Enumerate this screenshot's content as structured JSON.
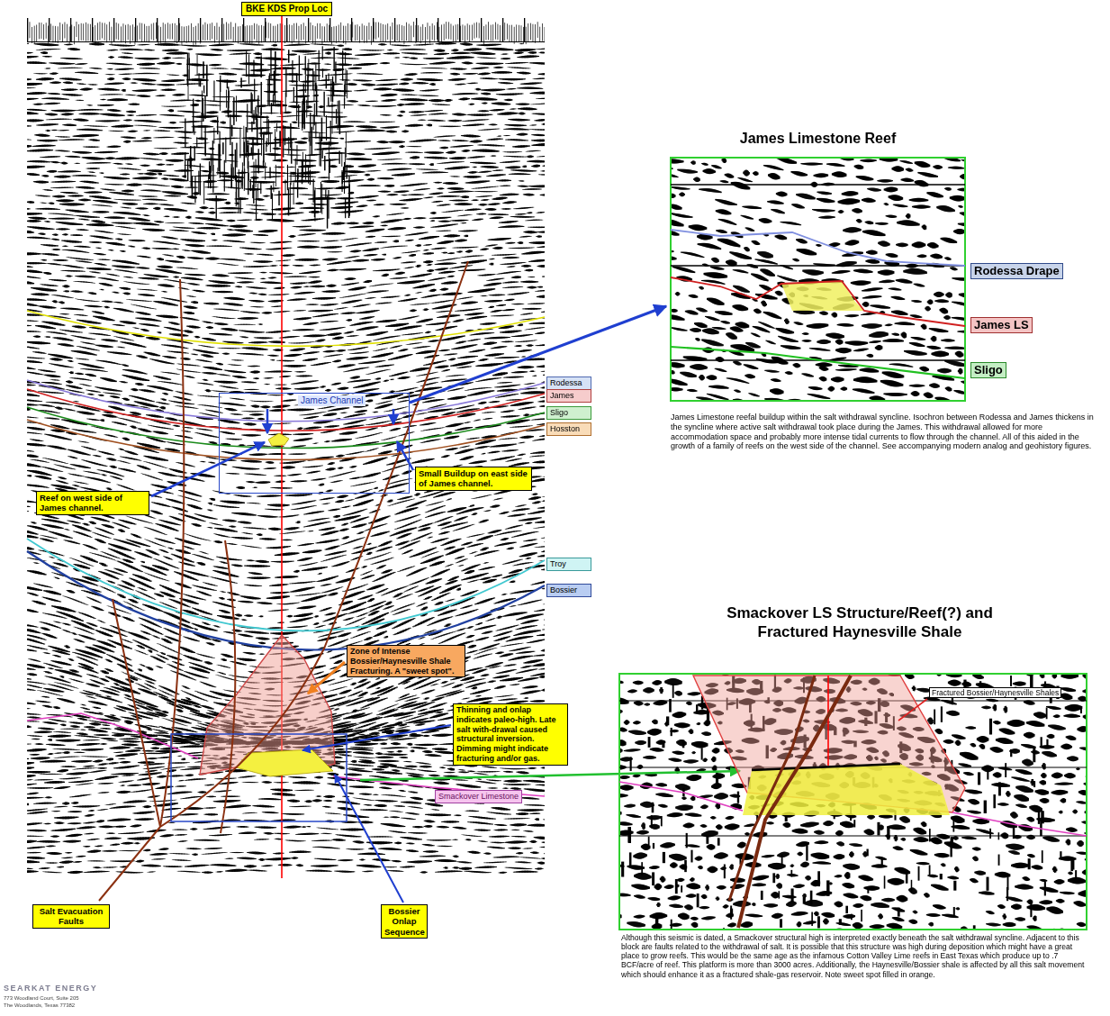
{
  "diagram": {
    "caption": "Although this seismic is dated, a Smackover structural high is interpreted exactly beneath the salt withdrawal syncline. Adjacent to this block are faults related to the withdrawal of salt. It is possible that this structure was high during deposition which might have a great place to grow reefs. This would be the same age as the infamous Cotton Valley Lime reefs in East Texas which produce up to .7 BCF/acre of reef. This platform is more than 3000 acres. Additionally, the Haynesville/Bossier shale is affected by all this salt movement which should enhance it as a fractured shale-gas reservoir. Note sweet spot filled in orange.",
    "nodes": [
      {
        "text": [
          "BKE KDS Prop Loc"
        ]
      },
      {
        "text": [
          "James Limestone Reef",
          "James Limestone reefal buildup within the salt withdrawal syncline. Isochron between Rodessa and James thickens in the syncline where active salt withdrawal took place during the James. This withdrawal allowed for more accommodation space and probably more intense tidal currents to flow through the channel. All of this aided in the growth of a family of reefs on the west side of the channel. See accompanying modern analog and geohistory figures."
        ]
      },
      {
        "text": [
          "Rodessa Drape"
        ],
        "in": 1
      },
      {
        "text": [
          "James LS"
        ],
        "in": 1
      },
      {
        "text": [
          "Sligo"
        ],
        "in": 1
      },
      {
        "text": [
          "James Channel"
        ]
      },
      {
        "text": [
          "Rodessa"
        ]
      },
      {
        "text": [
          "James"
        ]
      },
      {
        "text": [
          "Sligo"
        ]
      },
      {
        "text": [
          "Hosston"
        ]
      },
      {
        "text": [
          "Reef on west side of James channel."
        ]
      },
      {
        "text": [
          "Small Buildup on east side of James channel."
        ]
      },
      {
        "text": [
          "Troy"
        ]
      },
      {
        "text": [
          "Bossier"
        ]
      },
      {
        "text": [
          "Smackover LS Structure/Reef(?) and Fractured Haynesville Shale"
        ]
      },
      {
        "text": [
          "Fractured Bossier/Haynesville Shales"
        ],
        "in": 14
      },
      {
        "text": [
          "Zone of Intense Bossier/Haynesville Shale Fracturing. A \"sweet spot\"."
        ]
      },
      {
        "text": [
          "Thinning and onlap indicates paleo-high. Late salt with-drawal caused structural inversion. Dimming might indicate fracturing and/or gas."
        ]
      },
      {
        "text": [
          "Smackover Limestone"
        ]
      },
      {
        "text": [
          "Salt Evacuation Faults"
        ]
      },
      {
        "text": [
          "Bossier Onlap Sequence"
        ]
      }
    ],
    "edges": [
      {
        "from": 5,
        "to": 1,
        "arrow": "to"
      }
    ],
    "labels": [
      "SEARKAT ENERGY",
      "773 Woodland Court, Suite 205",
      "The Woodlands, Texas 77382"
    ]
  }
}
